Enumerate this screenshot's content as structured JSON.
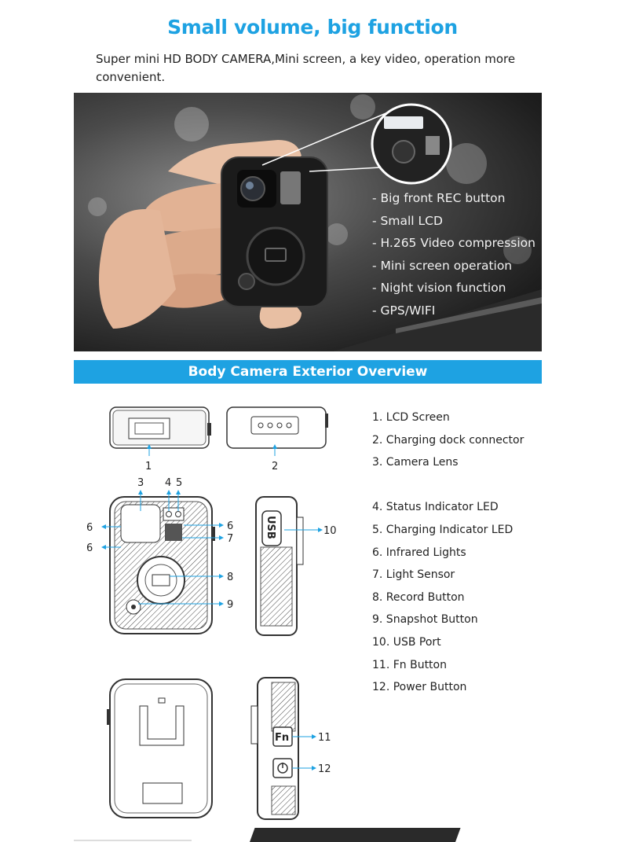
{
  "header": {
    "title": "Small volume, big function",
    "subtitle": "Super mini HD BODY CAMERA,Mini screen, a key video, operation more convenient."
  },
  "hero": {
    "features": [
      "- Big front REC button",
      "- Small LCD",
      "- H.265 Video compression",
      "- Mini screen operation",
      "- Night vision function",
      "- GPS/WIFI"
    ]
  },
  "overview": {
    "title": "Body Camera Exterior Overview",
    "legend_top": [
      "1. LCD Screen",
      "2. Charging dock connector",
      "3. Camera Lens"
    ],
    "legend_bottom": [
      "4. Status Indicator LED",
      "5. Charging Indicator LED",
      "6. Infrared Lights",
      "7. Light Sensor",
      "8. Record Button",
      "9. Snapshot Button",
      "10. USB Port",
      "11. Fn Button",
      "12. Power Button"
    ],
    "callouts": {
      "n1": "1",
      "n2": "2",
      "n3": "3",
      "n4": "4",
      "n5": "5",
      "n6a": "6",
      "n6b": "6",
      "n6c": "6",
      "n7": "7",
      "n8": "8",
      "n9": "9",
      "n10": "10",
      "n11": "11",
      "n12": "12"
    },
    "device_labels": {
      "usb": "USB",
      "fn": "Fn"
    }
  },
  "colors": {
    "accent": "#1ea2e2"
  }
}
